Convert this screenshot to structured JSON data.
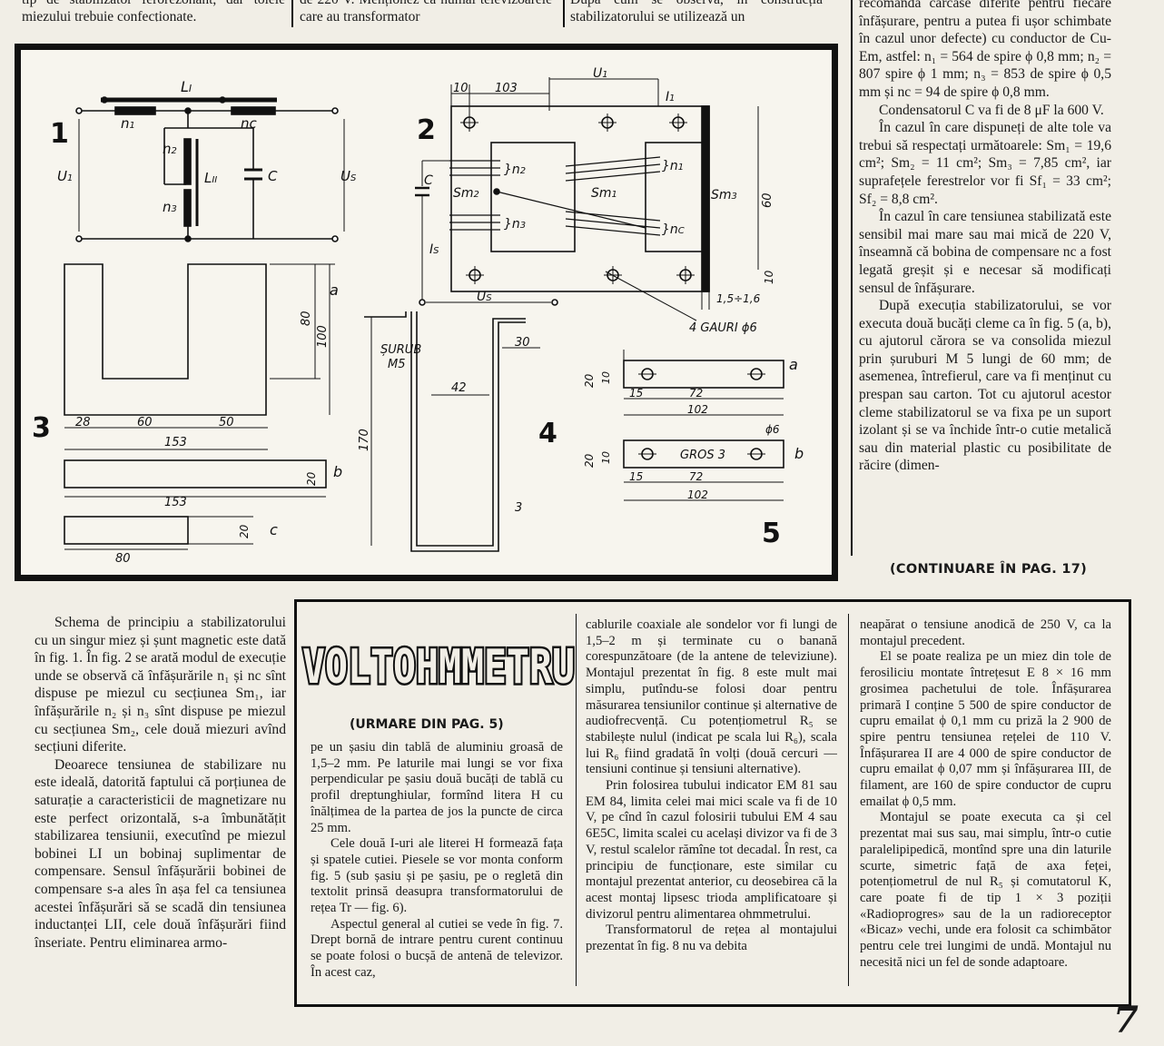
{
  "top_fragments": {
    "col1": "tip de stabilizator ferorezonant, dar tolele miezului trebuie confecționate.",
    "col2": "de 220 V. Menționez că numai televizoarele care au transformator",
    "col3": "După cum se observă, în construcția stabilizatorului se utilizează un"
  },
  "figures": {
    "fig1": {
      "number": "1",
      "labels": [
        "L_I",
        "n1",
        "nc",
        "n2",
        "L_II",
        "C",
        "n3",
        "U1",
        "Us"
      ]
    },
    "fig2": {
      "number": "2",
      "dims": [
        "10",
        "103",
        "U1",
        "I1",
        "Sm2",
        "Sm1",
        "Sm3",
        "n1",
        "n2",
        "n3",
        "nc",
        "C",
        "Is",
        "Us",
        "60",
        "10",
        "1,5÷1,6",
        "4 GAURI ϕ6"
      ]
    },
    "fig3": {
      "number": "3",
      "dims": [
        "80",
        "100",
        "a",
        "28",
        "60",
        "50",
        "153",
        "20",
        "b",
        "153",
        "20",
        "c",
        "80"
      ]
    },
    "fig4": {
      "number": "4",
      "dims": [
        "ȘURUB M5",
        "30",
        "42",
        "170",
        "3"
      ]
    },
    "fig5": {
      "number": "5",
      "dims": [
        "20",
        "10",
        "a",
        "15",
        "72",
        "102",
        "ϕ6",
        "GROS 3",
        "20",
        "10",
        "b",
        "15",
        "72",
        "102"
      ]
    }
  },
  "right_column": [
    "recomandă carcase diferite pentru fiecare înfășurare, pentru a putea fi ușor schimbate în cazul unor defecte) cu conductor de Cu-Em, astfel: n₁ = 564 de spire ϕ 0,8 mm; n₂ = 807 spire ϕ 1 mm; n₃ = 853 de spire ϕ 0,5 mm și nc = 94 de spire ϕ 0,8 mm.",
    "Condensatorul C va fi de 8 μF la 600 V.",
    "În cazul în care dispuneți de alte tole va trebui să respectați următoarele: Sm₁ = 19,6 cm²; Sm₂ = 11 cm²; Sm₃ = 7,85 cm², iar suprafețele ferestrelor vor fi Sf₁ = 33 cm²; Sf₂ = 8,8 cm².",
    "În cazul în care tensiunea stabilizată este sensibil mai mare sau mai mică de 220 V, înseamnă că bobina de compensare nc a fost legată greșit și e necesar să modificați sensul de înfășurare.",
    "După execuția stabilizatorului, se vor executa două bucăți cleme ca în fig. 5 (a, b), cu ajutorul cărora se va consolida miezul prin șuruburi M 5 lungi de 60 mm; de asemenea, întrefierul, care va fi menținut cu prespan sau carton. Tot cu ajutorul acestor cleme stabilizatorul se va fixa pe un suport izolant și se va închide într-o cutie metalică sau din material plastic cu posibilitate de răcire (dimen-"
  ],
  "continuation": "(CONTINUARE ÎN PAG. 17)",
  "left_column": [
    "Schema de principiu a stabilizatorului cu un singur miez și șunt magnetic este dată în fig. 1. În fig. 2 se arată modul de execuție unde se observă că înfășurările n₁ și nc sînt dispuse pe miezul cu secțiunea Sm₁, iar înfășurările n₂ și n₃ sînt dispuse pe miezul cu secțiunea Sm₂, cele două miezuri avînd secțiuni diferite.",
    "Deoarece tensiunea de stabilizare nu este ideală, datorită faptului că porțiunea de saturație a caracteristicii de magnetizare nu este perfect orizontală, s-a îmbunătățit stabilizarea tensiunii, executînd pe miezul bobinei LI un bobinaj suplimentar de compensare. Sensul înfășurării bobinei de compensare s-a ales în așa fel ca tensiunea acestei înfășurări să se scadă din tensiunea inductanței LII, cele două înfășurări fiind înseriate. Pentru eliminarea armo-"
  ],
  "article": {
    "title": "VOLTOHMMETRU",
    "subtitle": "(URMARE DIN PAG. 5)",
    "col1": [
      "pe un șasiu din tablă de aluminiu groasă de 1,5–2 mm. Pe laturile mai lungi se vor fixa perpendicular pe șasiu două bucăți de tablă cu profil dreptunghiular, formînd litera H cu înălțimea de la partea de jos la puncte de circa 25 mm.",
      "Cele două I-uri ale literei H formează fața și spatele cutiei. Piesele se vor monta conform fig. 5 (sub șasiu și pe șasiu, pe o regletă din textolit prinsă deasupra transformatorului de rețea Tr — fig. 6).",
      "Aspectul general al cutiei se vede în fig. 7. Drept bornă de intrare pentru curent continuu se poate folosi o bucșă de antenă de televizor. În acest caz,"
    ],
    "col2": [
      "cablurile coaxiale ale sondelor vor fi lungi de 1,5–2 m și terminate cu o banană corespunzătoare (de la antene de televiziune). Montajul prezentat în fig. 8 este mult mai simplu, putîndu-se folosi doar pentru măsurarea tensiunilor continue și alternative de audiofrecvență. Cu potențiometrul R₅ se stabilește nulul (indicat pe scala lui R₆), scala lui R₆ fiind gradată în volți (două cercuri — tensiuni continue și tensiuni alternative).",
      "Prin folosirea tubului indicator EM 81 sau EM 84, limita celei mai mici scale va fi de 10 V, pe cînd în cazul folosirii tubului EM 4 sau 6E5C, limita scalei cu același divizor va fi de 3 V, restul scalelor rămîne tot decadal. În rest, ca principiu de funcționare, este similar cu montajul prezentat anterior, cu deosebirea că la acest montaj lipsesc trioda amplificatoare și divizorul pentru alimentarea ohmmetrului.",
      "Transformatorul de rețea al montajului prezentat în fig. 8 nu va debita"
    ],
    "col3": [
      "neapărat o tensiune anodică de 250 V, ca la montajul precedent.",
      "El se poate realiza pe un miez din tole de ferosiliciu montate întrețesut E 8 × 16 mm grosimea pachetului de tole. Înfășurarea primară I conține 5 500 de spire conductor de cupru emailat ϕ 0,1 mm cu priză la 2 900 de spire pentru tensiunea rețelei de 110 V. Înfășurarea II are 4 000 de spire conductor de cupru emailat ϕ 0,07 mm și înfășurarea III, de filament, are 160 de spire conductor de cupru emailat ϕ 0,5 mm.",
      "Montajul se poate executa ca și cel prezentat mai sus sau, mai simplu, într-o cutie paralelipipedică, montînd spre una din laturile scurte, simetric față de axa feței, potențiometrul de nul R₅ și comutatorul K, care poate fi de tip 1 × 3 poziții «Radioprogres» sau de la un radioreceptor «Bicaz» vechi, unde era folosit ca schimbător pentru cele trei lungimi de undă. Montajul nu necesită nici un fel de sonde adaptoare."
    ]
  },
  "page_number": "7"
}
